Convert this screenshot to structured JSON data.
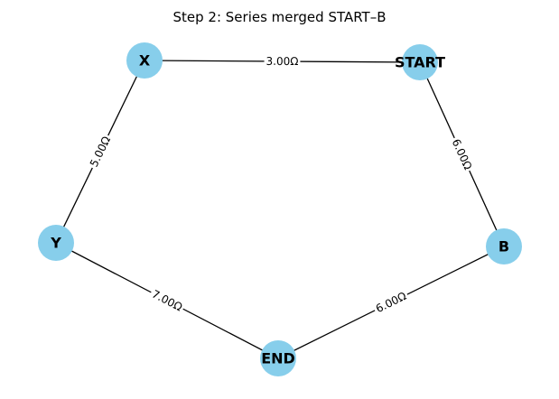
{
  "title": "Step 2: Series merged START–B",
  "colors": {
    "node_fill": "#87CEEB",
    "edge_stroke": "#000000",
    "label_background": "#ffffff",
    "text": "#000000"
  },
  "nodes": [
    {
      "id": "X",
      "label": "X"
    },
    {
      "id": "START",
      "label": "START"
    },
    {
      "id": "Y",
      "label": "Y"
    },
    {
      "id": "B",
      "label": "B"
    },
    {
      "id": "END",
      "label": "END"
    }
  ],
  "edges": [
    {
      "id": "x-start",
      "source": "X",
      "target": "START",
      "label": "3.00Ω"
    },
    {
      "id": "start-b",
      "source": "START",
      "target": "B",
      "label": "6.00Ω"
    },
    {
      "id": "x-y",
      "source": "X",
      "target": "Y",
      "label": "5.00Ω"
    },
    {
      "id": "y-end",
      "source": "Y",
      "target": "END",
      "label": "7.00Ω"
    },
    {
      "id": "end-b",
      "source": "END",
      "target": "B",
      "label": "6.00Ω"
    }
  ]
}
